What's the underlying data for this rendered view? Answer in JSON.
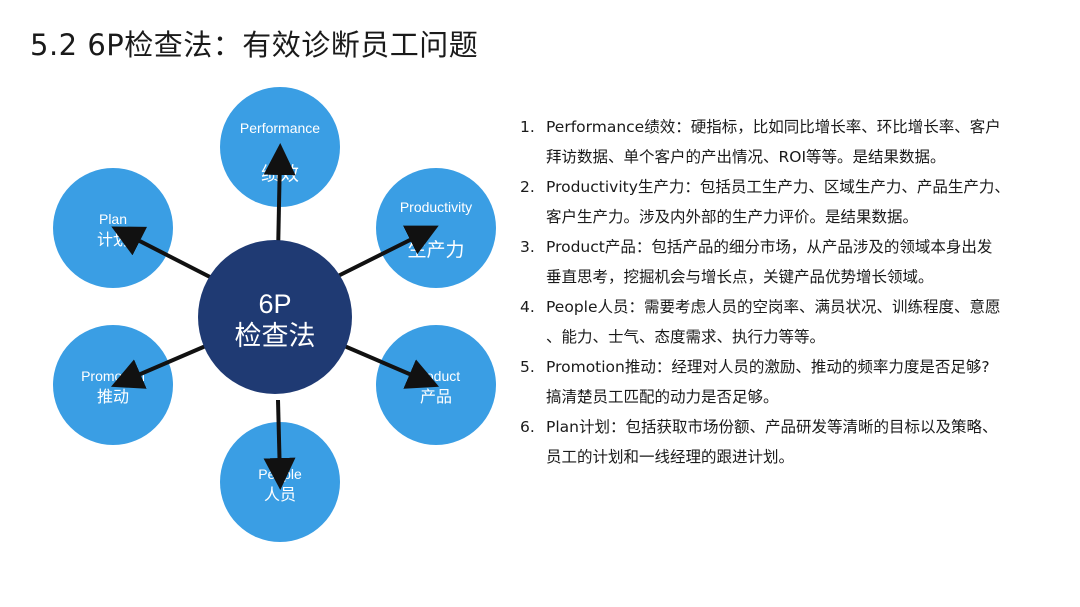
{
  "title": "5.2 6P检查法：有效诊断员工问题",
  "center": {
    "line1": "6P",
    "line2": "检查法"
  },
  "nodes": {
    "performance": {
      "en": "Performance",
      "zh": "绩效"
    },
    "productivity": {
      "en": "Productivity",
      "zh": "生产力"
    },
    "product": {
      "en": "Product",
      "zh": "产品"
    },
    "people": {
      "en": "People",
      "zh": "人员"
    },
    "promotion": {
      "en": "Promotion",
      "zh": "推动"
    },
    "plan": {
      "en": "Plan",
      "zh": "计划"
    }
  },
  "colors": {
    "center": "#1f3a73",
    "node": "#3a9ee4",
    "arrow": "#111111"
  },
  "items": [
    {
      "num": "1.",
      "text": "Performance绩效：硬指标，比如同比增长率、环比增长率、客户\n拜访数据、单个客户的产出情况、ROI等等。是结果数据。"
    },
    {
      "num": "2.",
      "text": "Productivity生产力：包括员工生产力、区域生产力、产品生产力、\n客户生产力。涉及内外部的生产力评价。是结果数据。"
    },
    {
      "num": "3.",
      "text": "Product产品：包括产品的细分市场，从产品涉及的领域本身出发\n垂直思考，挖掘机会与增长点，关键产品优势增长领域。"
    },
    {
      "num": "4.",
      "text": "People人员：需要考虑人员的空岗率、满员状况、训练程度、意愿\n、能力、士气、态度需求、执行力等等。"
    },
    {
      "num": "5.",
      "text": "Promotion推动：经理对人员的激励、推动的频率力度是否足够?\n搞清楚员工匹配的动力是否足够。"
    },
    {
      "num": "6.",
      "text": "Plan计划：包括获取市场份额、产品研发等清晰的目标以及策略、\n员工的计划和一线经理的跟进计划。"
    }
  ]
}
